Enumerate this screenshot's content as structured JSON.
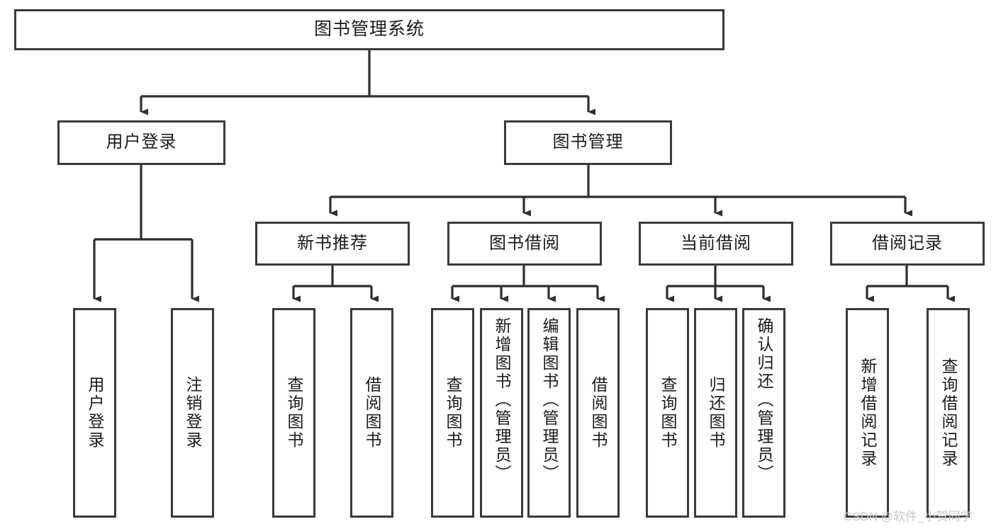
{
  "diagram": {
    "title": "图书管理系统",
    "type": "tree",
    "background_color": "#ffffff",
    "box_border_color": "#3a3a3a",
    "wire_color": "#2f2f2f",
    "text_color": "#1b1b1b",
    "nodes": {
      "root": {
        "label": "图书管理系统"
      },
      "level2": [
        {
          "id": "user-login",
          "label": "用户登录"
        },
        {
          "id": "book-manage",
          "label": "图书管理"
        }
      ],
      "level3": [
        {
          "id": "new-book-rec",
          "label": "新书推荐"
        },
        {
          "id": "book-borrow",
          "label": "图书借阅"
        },
        {
          "id": "current-borrow",
          "label": "当前借阅"
        },
        {
          "id": "borrow-record",
          "label": "借阅记录"
        }
      ],
      "leaves": {
        "user_login": [
          {
            "id": "leaf-user-login",
            "label": "用户登录"
          },
          {
            "id": "leaf-logout",
            "label": "注销登录"
          }
        ],
        "new_book_rec": [
          {
            "id": "leaf-query-book-1",
            "label": "查询图书"
          },
          {
            "id": "leaf-borrow-book-1",
            "label": "借阅图书"
          }
        ],
        "book_borrow": [
          {
            "id": "leaf-query-book-2",
            "label": "查询图书"
          },
          {
            "id": "leaf-add-book",
            "label": "新增图书（管理员）"
          },
          {
            "id": "leaf-edit-book",
            "label": "编辑图书（管理员）"
          },
          {
            "id": "leaf-borrow-book-2",
            "label": "借阅图书"
          }
        ],
        "current_borrow": [
          {
            "id": "leaf-query-book-3",
            "label": "查询图书"
          },
          {
            "id": "leaf-return-book",
            "label": "归还图书"
          },
          {
            "id": "leaf-confirm-return",
            "label": "确认归还（管理员）"
          }
        ],
        "borrow_record": [
          {
            "id": "leaf-add-record",
            "label": "新增借阅记录"
          },
          {
            "id": "leaf-query-record",
            "label": "查询借阅记录"
          }
        ]
      }
    },
    "watermark": "CSDN @软件_小贺同学"
  }
}
